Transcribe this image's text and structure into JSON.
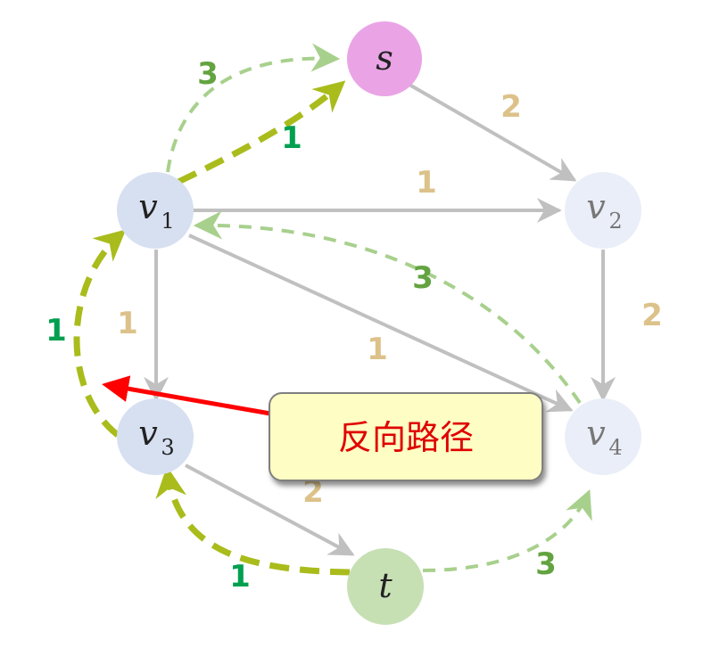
{
  "nodes": {
    "s": {
      "label": "s",
      "sub": "",
      "fill": "#eaa4e6"
    },
    "v1": {
      "label": "v",
      "sub": "1",
      "fill": "#d7e0f1"
    },
    "v2": {
      "label": "v",
      "sub": "2",
      "fill": "#eaeef8"
    },
    "v3": {
      "label": "v",
      "sub": "3",
      "fill": "#d7e0f1"
    },
    "v4": {
      "label": "v",
      "sub": "4",
      "fill": "#eaeef8"
    },
    "t": {
      "label": "t",
      "sub": "",
      "fill": "#c6e0b4"
    }
  },
  "edge_weights": {
    "s_v2": "2",
    "v1_v2": "1",
    "v1_v3": "1",
    "v1_v4": "1",
    "v2_v4": "2",
    "v3_t": "2"
  },
  "residual_weights": {
    "v1_s_arc": "3",
    "v1_s_back": "1",
    "v4_v1_back": "3",
    "v3_v1_back": "1",
    "t_v3_back": "1",
    "t_v4_arc": "3"
  },
  "callout": {
    "text": "反向路径"
  },
  "colors": {
    "edge_gray": "#c0c0c0",
    "weight_tan": "#dcc28a",
    "weight_green": "#00a050",
    "weight_olive_green": "#63a340",
    "dashed_light_green": "#a8d08d",
    "dashed_olive": "#a9bc1c",
    "callout_arrow_red": "#ff0000",
    "callout_fill": "#fefec4",
    "callout_text": "#e00000",
    "node_text": "#222222",
    "node_text_light": "#777777"
  }
}
